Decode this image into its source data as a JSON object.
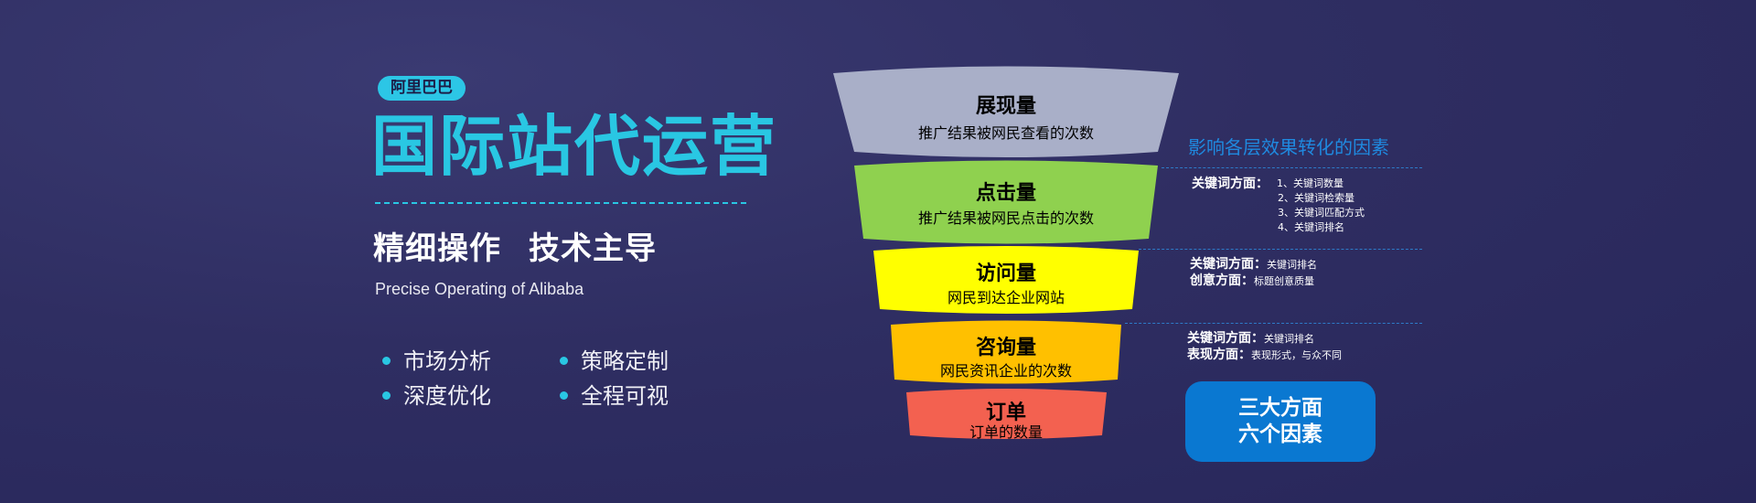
{
  "header": {
    "tag": "阿里巴巴",
    "title": "国际站代运营",
    "subtitle_left": "精细操作",
    "subtitle_right": "技术主导",
    "english": "Precise Operating of Alibaba"
  },
  "features": [
    {
      "label": "市场分析"
    },
    {
      "label": "策略定制"
    },
    {
      "label": "深度优化"
    },
    {
      "label": "全程可视"
    }
  ],
  "funnel": {
    "levels": [
      {
        "title": "展现量",
        "desc": "推广结果被网民查看的次数",
        "color": "#a9afc8"
      },
      {
        "title": "点击量",
        "desc": "推广结果被网民点击的次数",
        "color": "#8fd14f"
      },
      {
        "title": "访问量",
        "desc": "网民到达企业网站",
        "color": "#ffff00"
      },
      {
        "title": "咨询量",
        "desc": "网民资讯企业的次数",
        "color": "#ffc000"
      },
      {
        "title": "订单",
        "desc": "订单的数量",
        "color": "#f36150"
      }
    ]
  },
  "factors": {
    "title": "影响各层效果转化的因素",
    "group1": {
      "label": "关键词方面：",
      "items": [
        "1、关键词数量",
        "2、关键词检索量",
        "3、关键词匹配方式",
        "4、关键词排名"
      ]
    },
    "group2": {
      "row1_label": "关键词方面：",
      "row1_value": "关键词排名",
      "row2_label": "创意方面：",
      "row2_value": "标题创意质量"
    },
    "group3": {
      "row1_label": "关键词方面：",
      "row1_value": "关键词排名",
      "row2_label": "表现方面：",
      "row2_value": "表现形式，与众不同"
    },
    "badge_line1": "三大方面",
    "badge_line2": "六个因素"
  },
  "colors": {
    "accent": "#29c7e3",
    "blue": "#0a78d1",
    "background": "#2f2e62"
  }
}
